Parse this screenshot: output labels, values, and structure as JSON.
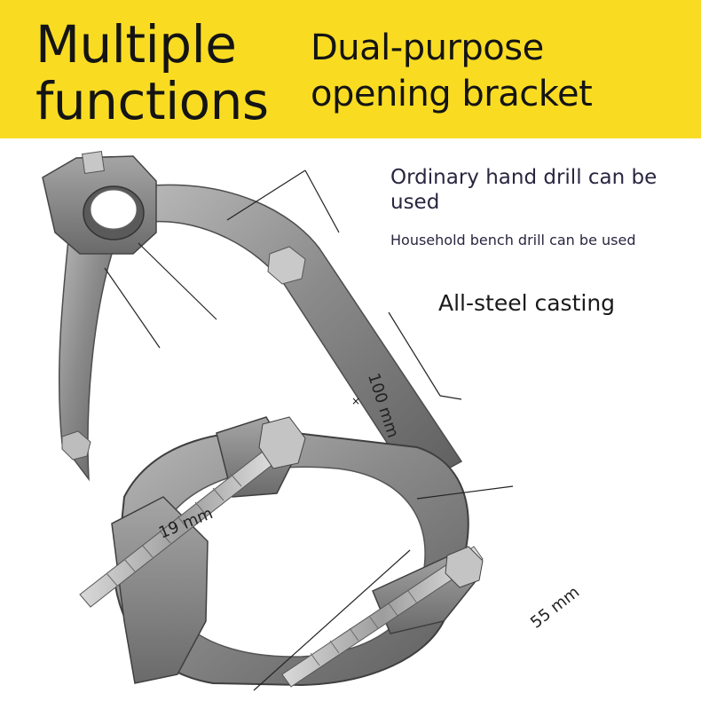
{
  "banner": {
    "title_line1": "Multiple",
    "title_line2": "functions",
    "subtitle_line1": "Dual-purpose",
    "subtitle_line2": "opening bracket",
    "background_color": "#f9dc22"
  },
  "features": {
    "hand_drill": "Ordinary hand drill can be used",
    "bench_drill": "Household bench drill can be used",
    "material": "All-steel casting"
  },
  "dimensions": {
    "height": "100 mm",
    "top_ring": "19 mm",
    "bottom_ring": "55 mm"
  },
  "product": {
    "icon": "drill-bracket-icon",
    "metal_color": "#8c8c8c"
  }
}
